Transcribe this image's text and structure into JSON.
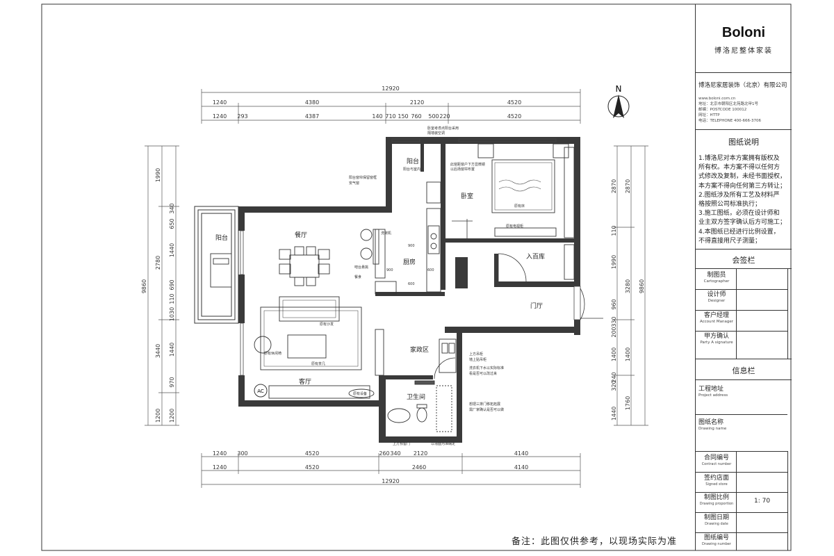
{
  "dimensions": {
    "top_total": "12920",
    "top_row1": [
      "1240",
      "4380",
      "2120",
      "4520"
    ],
    "top_row2": [
      "1240",
      "293",
      "4387",
      "140",
      "710",
      "150",
      "760",
      "500",
      "220",
      "4520"
    ],
    "bottom_row1": [
      "1240",
      "300",
      "4520",
      "260",
      "340",
      "2120",
      "4140"
    ],
    "bottom_row2": [
      "1240",
      "4520",
      "2460",
      "4140"
    ],
    "bottom_total": "12920",
    "left_total": "9860",
    "left_row1": [
      "1990",
      "2780",
      "3440",
      "1200"
    ],
    "left_row2": [
      "340",
      "650",
      "1440",
      "690",
      "110",
      "1030",
      "1440",
      "970",
      "1200"
    ],
    "right_total": "9860",
    "right_row1": [
      "2870",
      "110",
      "1990",
      "960",
      "330",
      "200",
      "1400",
      "240",
      "320",
      "1440"
    ],
    "right_row2": [
      "2870",
      "3280",
      "1400",
      "1760"
    ]
  },
  "compass": {
    "label": "N"
  },
  "rooms": {
    "balcony_west": "阳台",
    "dining": "餐厅",
    "living": "客厅",
    "balcony_north": "阳台",
    "kitchen": "厨房",
    "bedroom": "卧室",
    "wardrobe": "入百库",
    "entrance": "门厅",
    "utility": "家政区",
    "bathroom": "卫生间"
  },
  "annotations": {
    "a1": "卧室考虑点阳台采用",
    "a2": "隔墙装空调",
    "a3": "阳台窗帘保留窗框",
    "a4": "安气窗",
    "a5": "阳台与室内",
    "a6": "此窗距窗户下方显微镜",
    "a7": "以后场窗帘布置",
    "a8": "原有床",
    "a9": "原有电视柜",
    "a10": "洗碗机",
    "a11": "吧台悬挑",
    "a12": "餐食",
    "a13": "原有沙发",
    "a14": "原有休闲椅",
    "a15": "原有茶几",
    "a16": "原有设备",
    "a17": "上方吊柜",
    "a18": "墙上贴吊柜",
    "a19": "洗衣机下水以实际标准",
    "a20": "看是否可以改过来",
    "a21": "想把三排门移拓拓展",
    "a22": "需厂家确认是否可以做",
    "a23": "上方预留门",
    "a24": "以墙面为准确定",
    "ac": "AC",
    "k1": "900",
    "k2": "600",
    "k3": "900",
    "k4": "600"
  },
  "panel": {
    "logo": "Boloni",
    "logo_sub": "博洛尼整体家装",
    "company": "博洛尼家居装饰（北京）有限公司",
    "contact": [
      "www.boloni.com.cn",
      "地址：北京市朝阳区北苑路北甲1号",
      "邮编：POSTCODE  100012",
      "网址：HTTP",
      "电话：TELEPHONE  400-666-3706"
    ],
    "notes_title": "图纸说明",
    "notes": [
      "1.博洛尼对本方案拥有版权及",
      "所有权。本方案不得以任何方",
      "式修改及复制，未经书面授权，",
      "本方案不得向任何第三方转让；",
      "2.图纸涉及所有工艺及材料严",
      "格按照公司标准执行；",
      "3.施工图纸，必须在设计师和",
      "业主双方签字确认后方可施工；",
      "4.本图纸已经进行比例设置，",
      "不得直接用尺子测量；"
    ],
    "sign_title": "会签栏",
    "sign_rows": [
      {
        "cn": "制图员",
        "en": "Cartographer"
      },
      {
        "cn": "设计师",
        "en": "Designer"
      },
      {
        "cn": "客户经理",
        "en": "Account Manager"
      },
      {
        "cn": "甲方确认",
        "en": "Party A signature"
      }
    ],
    "info_title": "信息栏",
    "info_rows": [
      {
        "cn": "工程地址",
        "en": "Project address"
      },
      {
        "cn": "图纸名称",
        "en": "Drawing name"
      }
    ],
    "meta_rows": [
      {
        "cn": "合同编号",
        "en": "Contract number",
        "value": ""
      },
      {
        "cn": "签约店面",
        "en": "Signed store",
        "value": ""
      },
      {
        "cn": "制图比例",
        "en": "Drawing proportion",
        "value": "1: 70"
      },
      {
        "cn": "制图日期",
        "en": "Drawing date",
        "value": ""
      },
      {
        "cn": "图纸编号",
        "en": "Drawing number",
        "value": ""
      }
    ]
  },
  "footnote": "备注：此图仅供参考，以现场实际为准"
}
